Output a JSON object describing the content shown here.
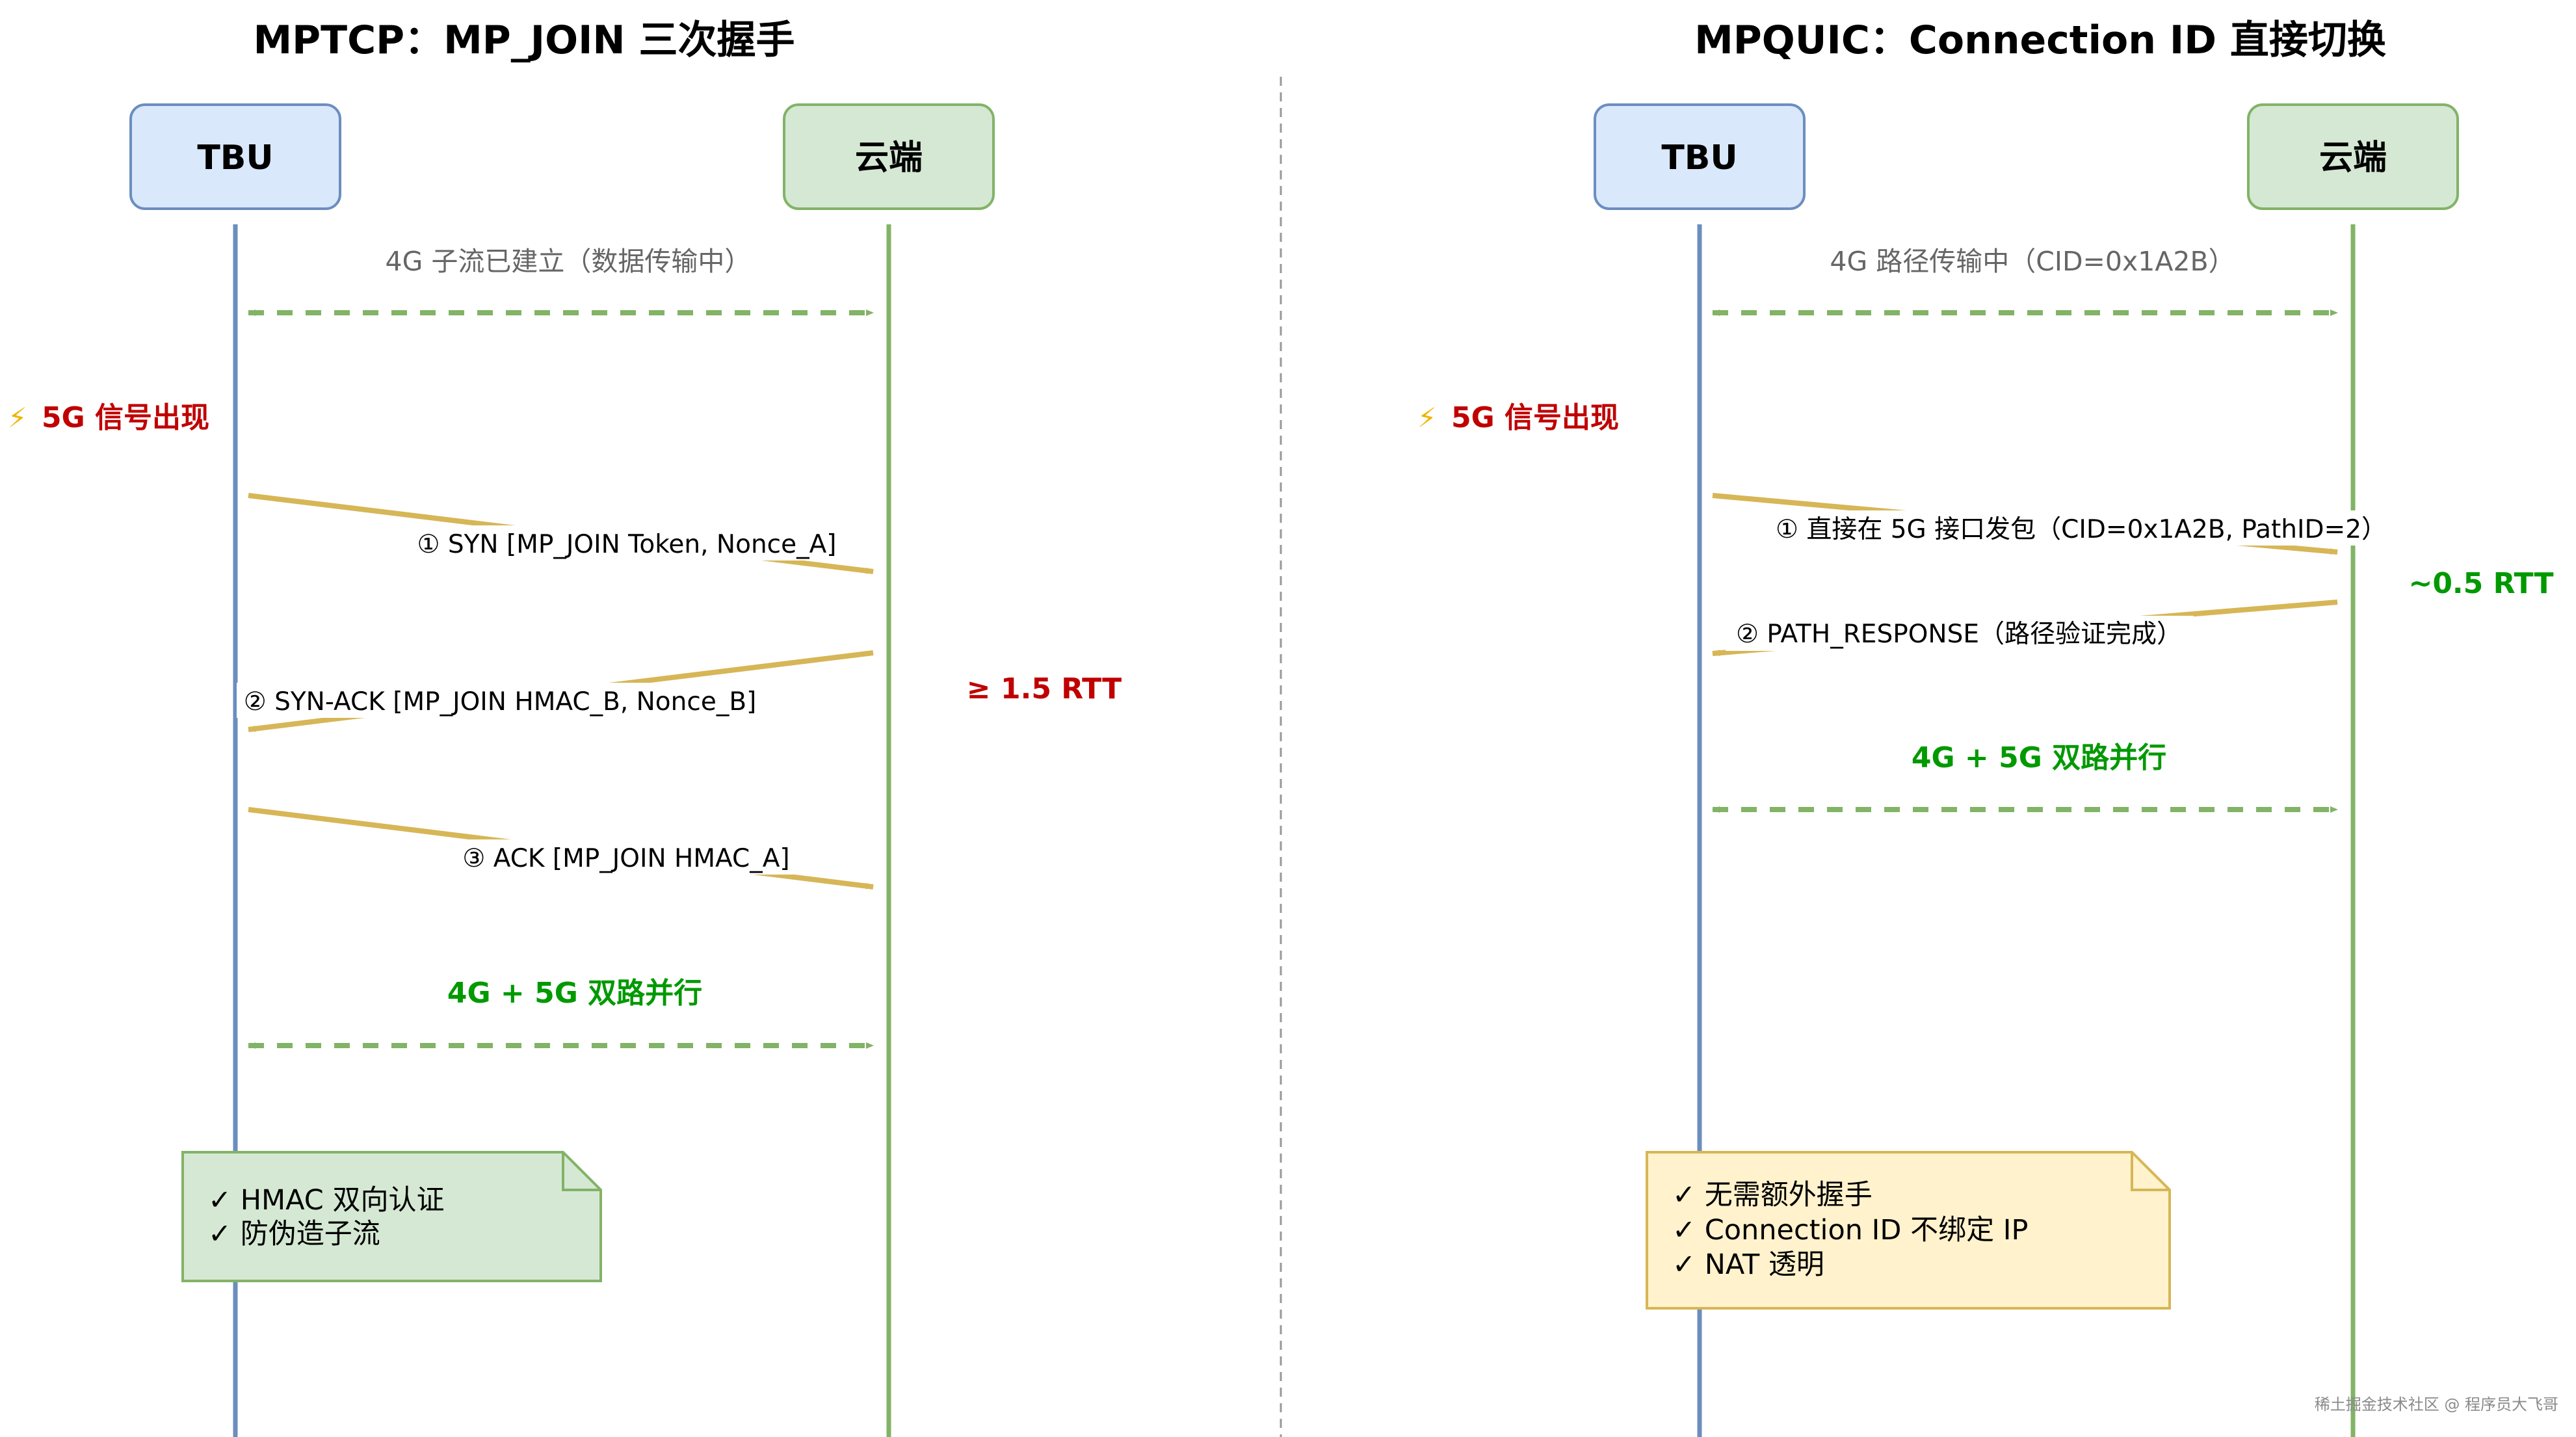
{
  "left": {
    "title": "MPTCP：MP_JOIN 三次握手",
    "actor_a": "TBU",
    "actor_b": "云端",
    "established": "4G 子流已建立（数据传输中）",
    "signal_icon": "⚡",
    "signal": "5G 信号出现",
    "msg1": "① SYN [MP_JOIN Token, Nonce_A]",
    "msg2": "② SYN-ACK [MP_JOIN HMAC_B, Nonce_B]",
    "msg3": "③ ACK [MP_JOIN HMAC_A]",
    "rtt": "≥ 1.5 RTT",
    "parallel": "4G + 5G 双路并行",
    "note": [
      "✓ HMAC 双向认证",
      "✓ 防伪造子流"
    ]
  },
  "right": {
    "title": "MPQUIC：Connection ID 直接切换",
    "actor_a": "TBU",
    "actor_b": "云端",
    "established": "4G 路径传输中（CID=0x1A2B）",
    "signal_icon": "⚡",
    "signal": "5G 信号出现",
    "msg1": "① 直接在 5G 接口发包（CID=0x1A2B, PathID=2）",
    "msg2": "② PATH_RESPONSE（路径验证完成）",
    "rtt": "~0.5 RTT",
    "parallel": "4G + 5G 双路并行",
    "note": [
      "✓ 无需额外握手",
      "✓ Connection ID 不绑定 IP",
      "✓ NAT 透明"
    ]
  },
  "watermark": "稀土掘金技术社区 @ 程序员大飞哥",
  "colors": {
    "tbu_fill": "#dae8fc",
    "tbu_stroke": "#6c8ebf",
    "cloud_fill": "#d5e8d4",
    "cloud_stroke": "#82b366",
    "msg_arrow": "#d6b656",
    "dashed_arrow": "#82b366",
    "note_green_fill": "#d5e8d4",
    "note_green_stroke": "#82b366",
    "note_yellow_fill": "#fff2cc",
    "note_yellow_stroke": "#d6b656",
    "rtt_red": "#c00000",
    "parallel_green": "#009900",
    "divider": "#999999"
  }
}
